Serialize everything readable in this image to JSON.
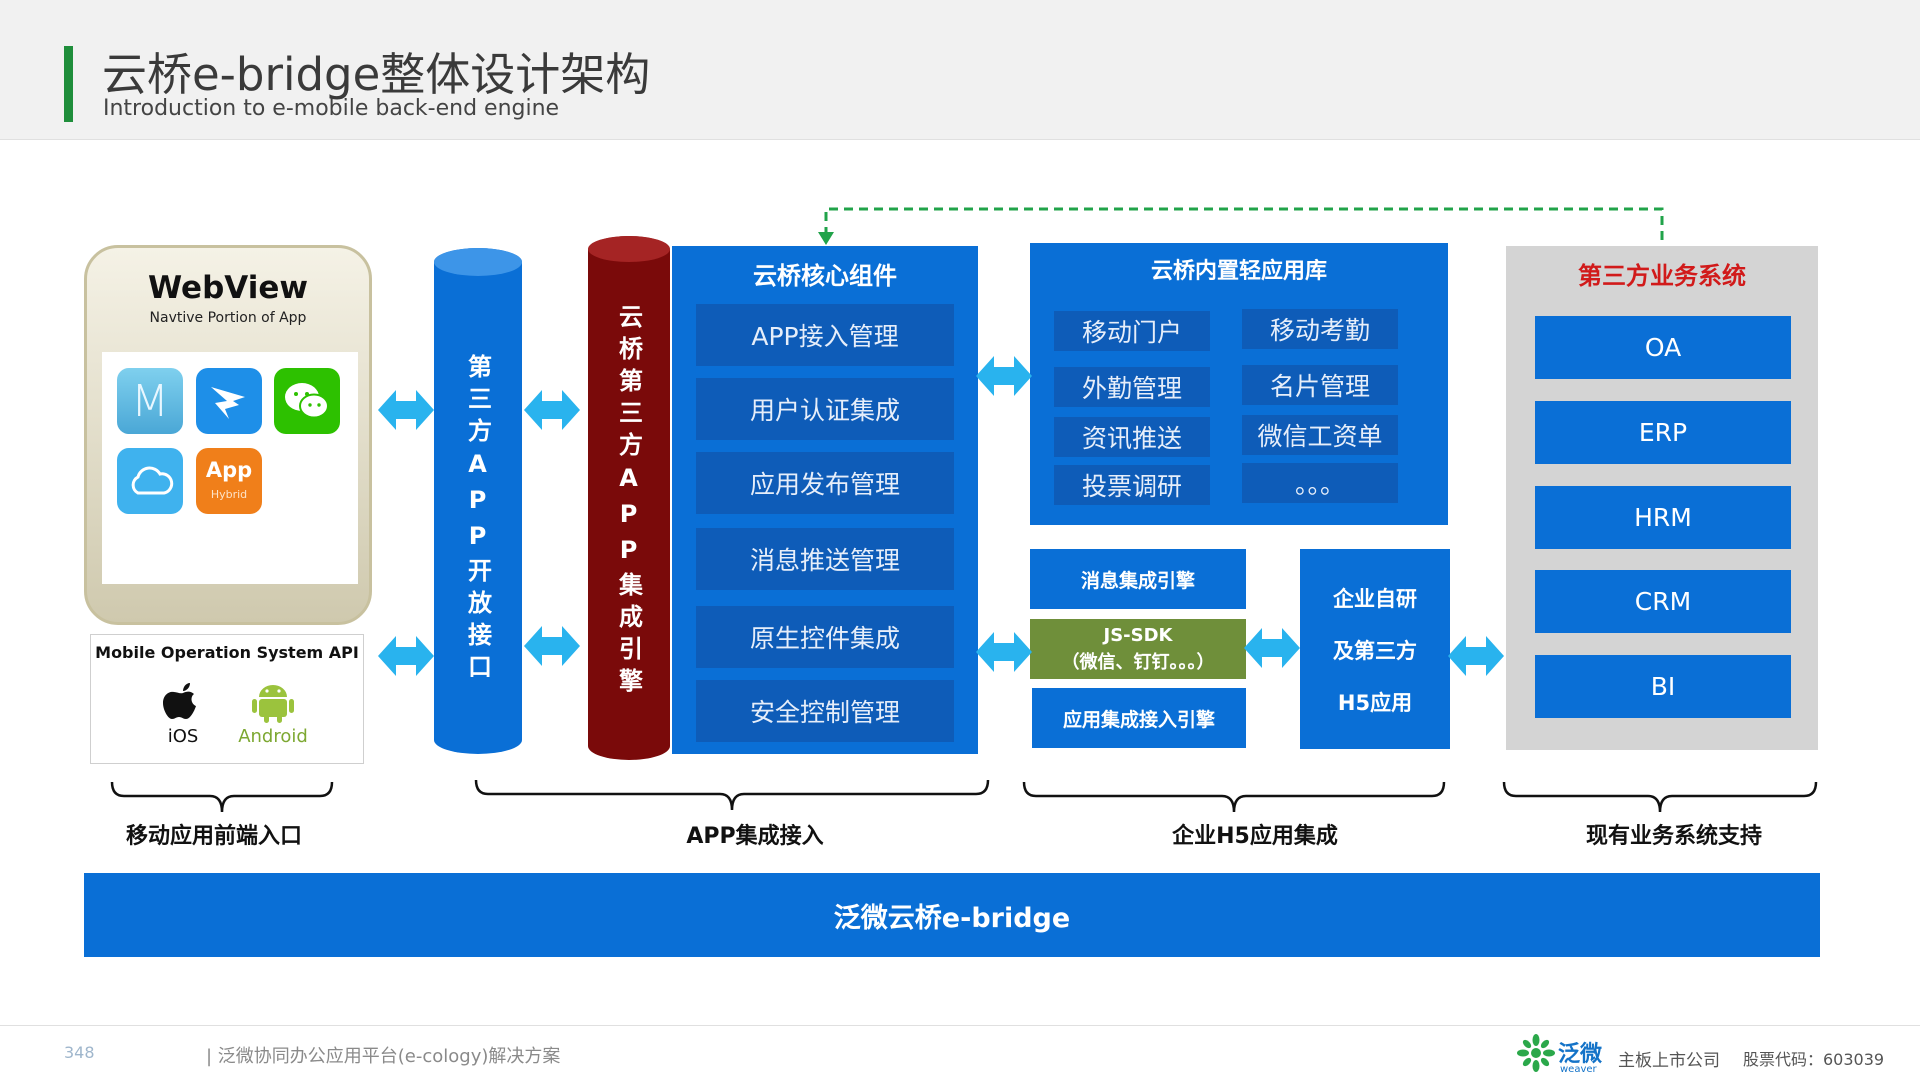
{
  "header": {
    "title": "云桥e-bridge整体设计架构",
    "subtitle": "Introduction to e-mobile back-end engine"
  },
  "colors": {
    "accent_green": "#1f8e3b",
    "primary_blue": "#0a6fd6",
    "dark_blue": "#0e5cb8",
    "dark_red": "#7a0a0a",
    "jssdk_green": "#6f8f3a",
    "arrow_cyan": "#29b3ee",
    "third_party_red": "#d11a1a"
  },
  "webview": {
    "title": "WebView",
    "subtitle": "Navtive Portion of App",
    "apps": [
      {
        "icon": "m-app-icon",
        "label": "M"
      },
      {
        "icon": "dingtalk-icon",
        "label": ""
      },
      {
        "icon": "wechat-icon",
        "label": ""
      },
      {
        "icon": "cloud-icon",
        "label": ""
      },
      {
        "icon": "app-hybrid-icon",
        "label": "App",
        "sublabel": "Hybrid"
      }
    ]
  },
  "mobile_os": {
    "title": "Mobile Operation System API",
    "ios_label": "iOS",
    "android_label": "Android"
  },
  "pillars": {
    "open_api": "第三方APP开放接口",
    "integration_engine": "云桥第三方APP集成引擎"
  },
  "core": {
    "title": "云桥核心组件",
    "items": [
      "APP接入管理",
      "用户认证集成",
      "应用发布管理",
      "消息推送管理",
      "原生控件集成",
      "安全控制管理"
    ]
  },
  "builtin": {
    "title": "云桥内置轻应用库",
    "items": [
      "移动门户",
      "移动考勤",
      "外勤管理",
      "名片管理",
      "资讯推送",
      "微信工资单",
      "投票调研",
      "。。。"
    ]
  },
  "engines": {
    "message": "消息集成引擎",
    "jssdk_line1": "JS-SDK",
    "jssdk_line2": "（微信、钉钉。。。）",
    "app_access": "应用集成接入引擎"
  },
  "h5": {
    "line1": "企业自研",
    "line2": "及第三方",
    "line3": "H5应用"
  },
  "third_party": {
    "title": "第三方业务系统",
    "items": [
      "OA",
      "ERP",
      "HRM",
      "CRM",
      "BI"
    ]
  },
  "groups": [
    "移动应用前端入口",
    "APP集成接入",
    "企业H5应用集成",
    "现有业务系统支持"
  ],
  "bottom_bar": "泛微云桥e-bridge",
  "footer": {
    "page": "348",
    "text": "| 泛微协同办公应用平台(e-cology)解决方案",
    "logo_text": "泛微",
    "logo_sub": "weaver",
    "company": "主板上市公司",
    "stock": "股票代码：603039"
  }
}
